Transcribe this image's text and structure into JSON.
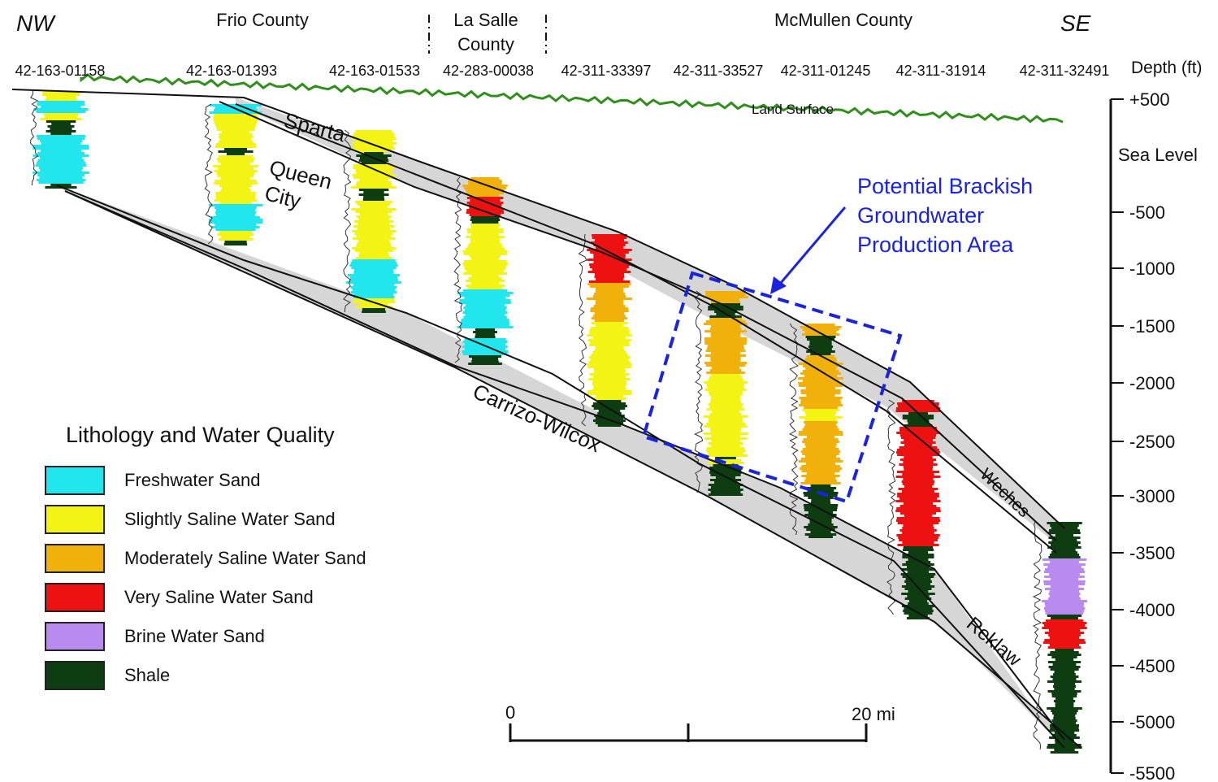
{
  "header": {
    "left_direction": "NW",
    "right_direction": "SE",
    "counties": [
      "Frio County",
      "La Salle County",
      "McMullen County"
    ]
  },
  "wells": [
    "42-163-01158",
    "42-163-01393",
    "42-163-01533",
    "42-283-00038",
    "42-311-33397",
    "42-311-33527",
    "42-311-01245",
    "42-311-31914",
    "42-311-32491"
  ],
  "depth_axis": {
    "title": "Depth (ft)",
    "ticks": [
      "+500",
      "Sea Level",
      "-500",
      "-1000",
      "-1500",
      "-2000",
      "-2500",
      "-3000",
      "-3500",
      "-4000",
      "-4500",
      "-5000",
      "-5500"
    ]
  },
  "labels": {
    "land_surface": "Land Surface",
    "formations": [
      "Sparta",
      "Queen City",
      "Carrizo-Wilcox",
      "Weches",
      "Reklaw"
    ],
    "callout": [
      "Potential Brackish",
      "Groundwater",
      "Production Area"
    ]
  },
  "scale_bar": {
    "start": "0",
    "end": "20 mi"
  },
  "legend": {
    "title": "Lithology and Water Quality",
    "items": [
      {
        "label": "Freshwater Sand",
        "color": "#22e6ee"
      },
      {
        "label": "Slightly Saline Water Sand",
        "color": "#f4f414"
      },
      {
        "label": "Moderately Saline Water Sand",
        "color": "#f2b10a"
      },
      {
        "label": "Very Saline Water Sand",
        "color": "#ee1111"
      },
      {
        "label": "Brine Water Sand",
        "color": "#b98af0"
      },
      {
        "label": "Shale",
        "color": "#0e3d12"
      }
    ]
  },
  "colors": {
    "land_surface": "#2f8f1a",
    "callout": "#1a24e0",
    "formation_fill": "#d6d6d6"
  }
}
